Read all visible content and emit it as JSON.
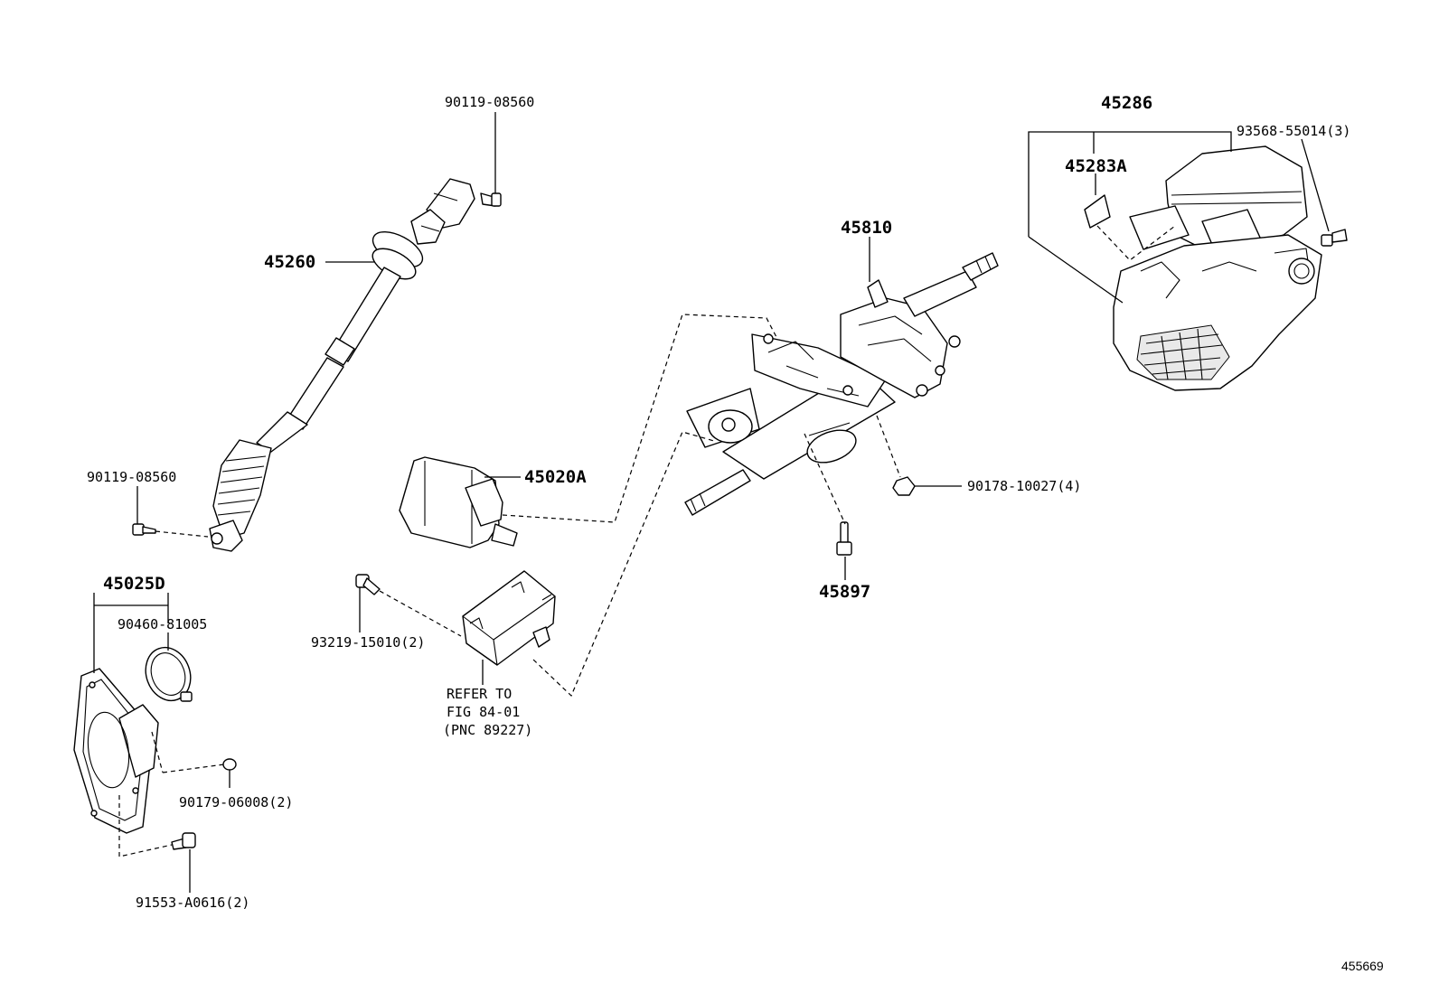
{
  "labels": {
    "p90119_top": "90119-08560",
    "p45260": "45260",
    "p90119_left": "90119-08560",
    "p45020A": "45020A",
    "p45025D": "45025D",
    "p90460": "90460-81005",
    "p93219": "93219-15010(2)",
    "refer1": "REFER TO",
    "refer2": "FIG 84-01",
    "refer3": "(PNC 89227)",
    "p90179": "90179-06008(2)",
    "p91553": "91553-A0616(2)",
    "p45810": "45810",
    "p45897": "45897",
    "p90178": "90178-10027(4)",
    "p45286": "45286",
    "p45283A": "45283A",
    "p93568": "93568-55014(3)",
    "diagram_id": "455669"
  },
  "icons": [
    "intermediate-shaft-part",
    "steering-column-part",
    "column-cover-part",
    "column-hole-cover-part",
    "bolt-icon",
    "nut-icon",
    "clamp-icon"
  ]
}
